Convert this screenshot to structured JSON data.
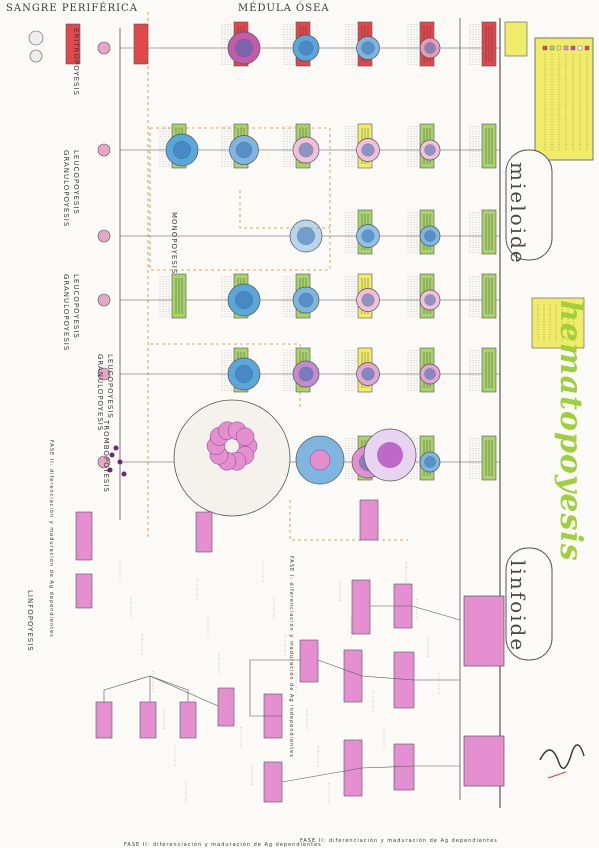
{
  "header": {
    "left": "SANGRE PERIFÉRICA",
    "center": "MÉDULA ÓSEA"
  },
  "title": "hematopoyesis",
  "lineages": {
    "myeloid": "mieloide",
    "lymphoid": "linfoide"
  },
  "side_labels": {
    "eritro": "ERITROPOYESIS",
    "leuco1": "LEUCOPOYESIS",
    "granulo1": "GRANULOPOYESIS",
    "mono": "MONOPOYESIS",
    "leuco2": "LEUCOPOYESIS",
    "granulo2": "GRANULOPOYESIS",
    "leuco3": "LEUCOPOYESIS",
    "granulo3": "GRANULOPOYESIS",
    "trombo": "TROMBOPOYESIS",
    "linfo": "LINFOPOYESIS"
  },
  "phase_labels": {
    "fase1": "FASE I: diferenciación y maduración de Ag independientes",
    "fase2_a": "FASE II: diferenciación y maduración de Ag dependientes",
    "fase2_b": "FASE II: diferenciación y maduración de Ag dependientes",
    "fase2_c": "FASE II: diferenciación y maduración de Ag dependientes"
  },
  "colors": {
    "red": "#e0484b",
    "green": "#a7d36a",
    "yellow": "#f0ec6a",
    "pink": "#e48fd0",
    "blue": "#5aa7d9",
    "purple": "#b44ec0",
    "orange": "#d28a2a"
  },
  "icons": [
    "cell-icon",
    "nucleus-icon",
    "megakaryocyte-icon",
    "platelet-icon",
    "signature-icon"
  ]
}
